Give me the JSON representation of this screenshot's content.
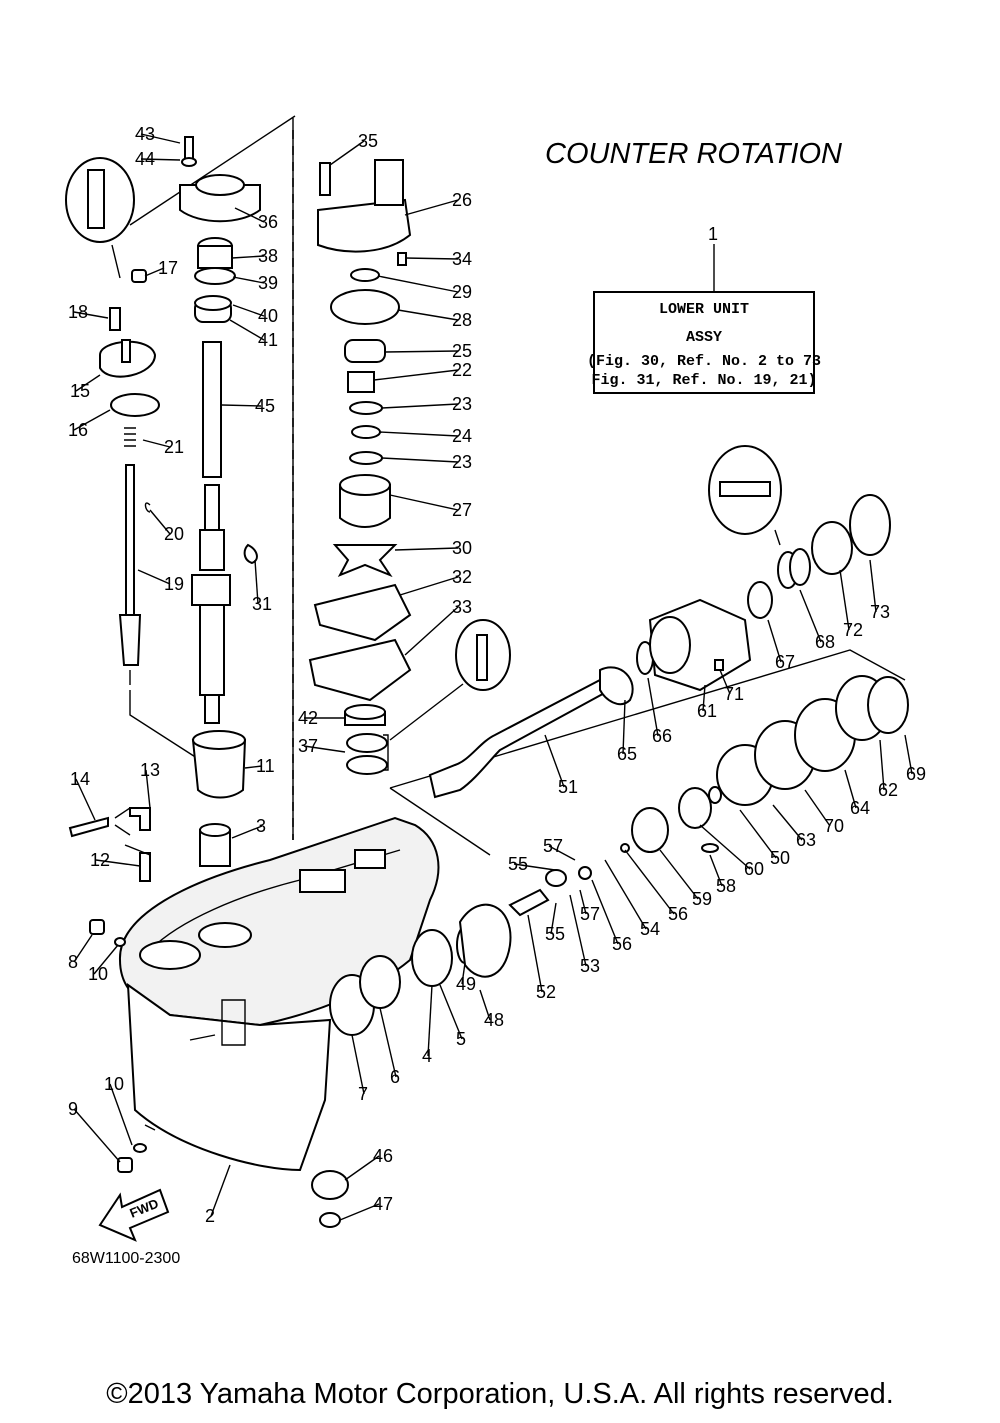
{
  "diagram": {
    "title": "COUNTER ROTATION",
    "info_box": {
      "part_number": "1",
      "line1": "LOWER UNIT",
      "line2": "ASSY",
      "line3": "(Fig. 30, Ref. No. 2 to 73",
      "line4": "Fig. 31, Ref. No. 19, 21)"
    },
    "drawing_code": "68W1100-2300",
    "fwd_label": "FWD",
    "callouts": [
      {
        "n": "43"
      },
      {
        "n": "44"
      },
      {
        "n": "36"
      },
      {
        "n": "38"
      },
      {
        "n": "39"
      },
      {
        "n": "40"
      },
      {
        "n": "41"
      },
      {
        "n": "17"
      },
      {
        "n": "18"
      },
      {
        "n": "15"
      },
      {
        "n": "16"
      },
      {
        "n": "21"
      },
      {
        "n": "45"
      },
      {
        "n": "20"
      },
      {
        "n": "19"
      },
      {
        "n": "31"
      },
      {
        "n": "35"
      },
      {
        "n": "26"
      },
      {
        "n": "34"
      },
      {
        "n": "29"
      },
      {
        "n": "28"
      },
      {
        "n": "25"
      },
      {
        "n": "22"
      },
      {
        "n": "23"
      },
      {
        "n": "24"
      },
      {
        "n": "23"
      },
      {
        "n": "27"
      },
      {
        "n": "30"
      },
      {
        "n": "32"
      },
      {
        "n": "33"
      },
      {
        "n": "42"
      },
      {
        "n": "37"
      },
      {
        "n": "11"
      },
      {
        "n": "3"
      },
      {
        "n": "14"
      },
      {
        "n": "13"
      },
      {
        "n": "12"
      },
      {
        "n": "8"
      },
      {
        "n": "10"
      },
      {
        "n": "10"
      },
      {
        "n": "9"
      },
      {
        "n": "2"
      },
      {
        "n": "7"
      },
      {
        "n": "6"
      },
      {
        "n": "4"
      },
      {
        "n": "5"
      },
      {
        "n": "49"
      },
      {
        "n": "48"
      },
      {
        "n": "52"
      },
      {
        "n": "55"
      },
      {
        "n": "57"
      },
      {
        "n": "57"
      },
      {
        "n": "55"
      },
      {
        "n": "53"
      },
      {
        "n": "56"
      },
      {
        "n": "54"
      },
      {
        "n": "56"
      },
      {
        "n": "59"
      },
      {
        "n": "58"
      },
      {
        "n": "60"
      },
      {
        "n": "50"
      },
      {
        "n": "63"
      },
      {
        "n": "70"
      },
      {
        "n": "64"
      },
      {
        "n": "62"
      },
      {
        "n": "69"
      },
      {
        "n": "51"
      },
      {
        "n": "65"
      },
      {
        "n": "66"
      },
      {
        "n": "61"
      },
      {
        "n": "71"
      },
      {
        "n": "67"
      },
      {
        "n": "68"
      },
      {
        "n": "72"
      },
      {
        "n": "73"
      },
      {
        "n": "46"
      },
      {
        "n": "47"
      }
    ]
  },
  "footer": {
    "copyright": "©2013 Yamaha Motor Corporation, U.S.A. All rights reserved."
  }
}
